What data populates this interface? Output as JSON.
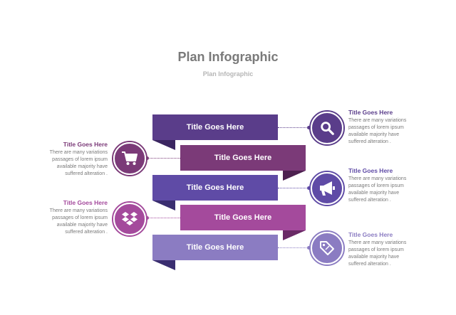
{
  "header": {
    "title": "Plan Infographic",
    "subtitle": "Plan Infographic"
  },
  "colors": {
    "purple_dark": "#5a3d8a",
    "plum": "#7b3a78",
    "violet": "#5f4ba6",
    "magenta": "#a44a9c",
    "lavender": "#8b7cc2"
  },
  "ribbons": [
    {
      "label": "Title Goes Here"
    },
    {
      "label": "Title Goes Here"
    },
    {
      "label": "Title Goes Here"
    },
    {
      "label": "Title Goes Here"
    },
    {
      "label": "Title Goes Here"
    }
  ],
  "items": [
    {
      "title": "Title Goes Here",
      "body": "There are many variations\npassages of lorem ipsum\navailable  majority have\nsuffered alteration .",
      "icon": "search-icon"
    },
    {
      "title": "Title Goes Here",
      "body": "There are many variations\npassages of lorem ipsum\navailable  majority have\nsuffered alteration .",
      "icon": "cart-icon"
    },
    {
      "title": "Title Goes Here",
      "body": "There are many variations\npassages of lorem ipsum\navailable  majority have\nsuffered alteration .",
      "icon": "megaphone-icon"
    },
    {
      "title": "Title Goes Here",
      "body": "There are many variations\npassages of lorem ipsum\navailable  majority have\nsuffered alteration .",
      "icon": "dropbox-icon"
    },
    {
      "title": "Title Goes Here",
      "body": "There are many variations\npassages of lorem ipsum\navailable  majority have\nsuffered alteration .",
      "icon": "tag-icon"
    }
  ]
}
